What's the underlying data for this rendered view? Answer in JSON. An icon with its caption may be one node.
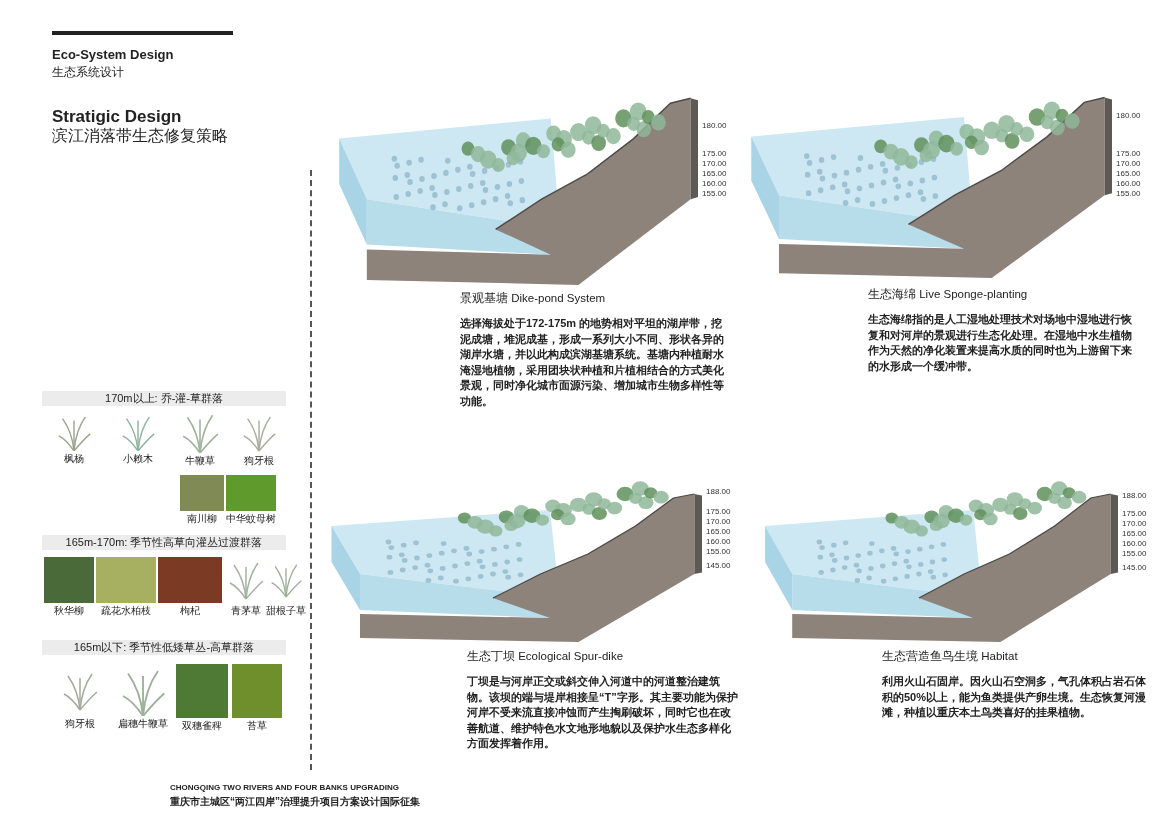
{
  "diagram": {
    "nodes": [
      {
        "text": [
          "景观基塘 Dike-pond System",
          "选择海拔处于172-175m 的地势相对平坦的湖岸带，挖泥成塘，堆泥成基，形成一系列大小不同、形状各异的湖岸水塘，并以此构成滨湖基塘系统。基塘内种植耐水淹湿地植物，采用团块状种植和片植相结合的方式美化景观，同时净化城市面源污染、增加城市生物多样性等功能。"
        ],
        "beside": [
          "180.00",
          "175.00",
          "170.00",
          "165.00",
          "160.00",
          "155.00"
        ]
      },
      {
        "text": [
          "生态海绵 Live Sponge-planting",
          "生态海绵指的是人工湿地处理技术对场地中湿地进行恢复和对河岸的景观进行生态化处理。在湿地中水生植物作为天然的净化装置来提高水质的同时也为上游留下来的水形成一个缓冲带。"
        ],
        "beside": [
          "180.00",
          "175.00",
          "170.00",
          "165.00",
          "160.00",
          "155.00"
        ]
      },
      {
        "text": [
          "生态丁坝 Ecological Spur-dike",
          "丁坝是与河岸正交或斜交伸入河道中的河道整治建筑物。该坝的端与堤岸相接呈“T”字形。其主要功能为保护河岸不受来流直接冲蚀而产生掏刷破坏，同时它也在改善航道、维护特色水文地形地貌以及保护水生态多样化方面发挥着作用。"
        ],
        "beside": [
          "188.00",
          "175.00",
          "170.00",
          "165.00",
          "160.00",
          "155.00",
          "145.00"
        ]
      },
      {
        "text": [
          "生态营造鱼鸟生境 Habitat",
          "利用火山石固岸。因火山石空洞多，气孔体积占岩石体积的50%以上，能为鱼类提供产卵生境。生态恢复河漫滩，种植以重庆本土鸟类喜好的挂果植物。"
        ],
        "beside": [
          "188.00",
          "175.00",
          "170.00",
          "165.00",
          "160.00",
          "155.00",
          "145.00"
        ]
      },
      {
        "text": [
          "170m以上: 乔-灌-草群落"
        ]
      },
      {
        "text": [
          "枫杨"
        ]
      },
      {
        "text": [
          "小赖木"
        ]
      },
      {
        "text": [
          "牛鞭草"
        ]
      },
      {
        "text": [
          "狗牙根"
        ]
      },
      {
        "text": [
          "南川柳"
        ]
      },
      {
        "text": [
          "中华蚊母树"
        ]
      },
      {
        "text": [
          "165m-170m: 季节性高草向灌丛过渡群落"
        ]
      },
      {
        "text": [
          "秋华柳"
        ]
      },
      {
        "text": [
          "疏花水柏枝"
        ]
      },
      {
        "text": [
          "枸杞"
        ]
      },
      {
        "text": [
          "青茅草"
        ]
      },
      {
        "text": [
          "甜根子草"
        ]
      },
      {
        "text": [
          "165m以下: 季节性低矮草丛-高草群落"
        ]
      },
      {
        "text": [
          "狗牙根"
        ]
      },
      {
        "text": [
          "扁穗牛鞭草"
        ]
      },
      {
        "text": [
          "双穗雀稗"
        ]
      },
      {
        "text": [
          "苔草"
        ]
      }
    ],
    "labels": [
      "Eco-System Design",
      "生态系统设计",
      "Stratigic Design",
      "滨江消落带生态修复策略",
      "CHONGQING TWO RIVERS AND FOUR BANKS UPGRADING",
      "重庆市主城区“两江四岸”治理提升项目方案设计国际征集"
    ]
  }
}
